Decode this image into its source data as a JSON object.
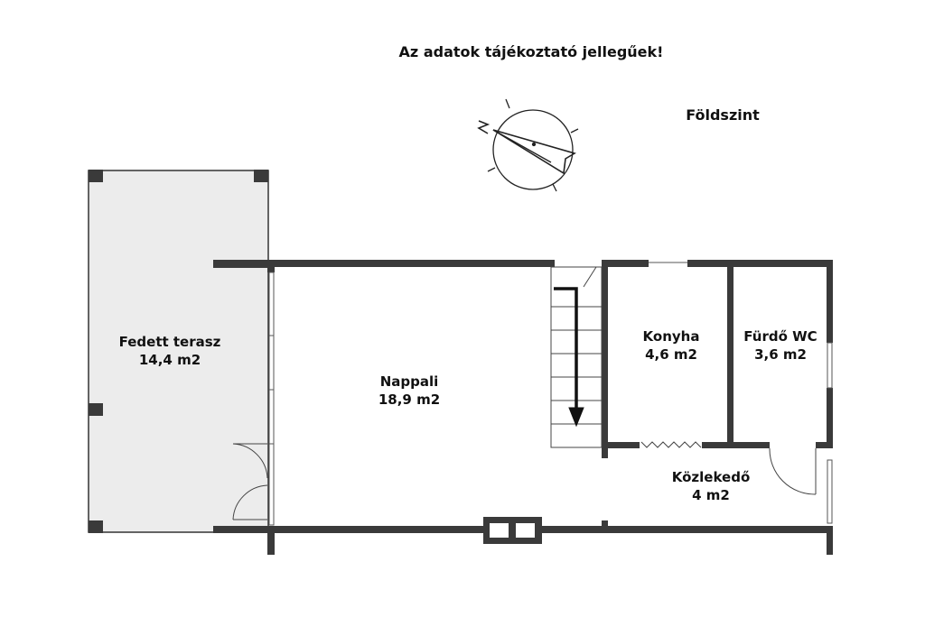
{
  "header": {
    "notice": "Az adatok tájékoztató jellegűek!",
    "floor": "Földszint"
  },
  "rooms": [
    {
      "name": "Fedett terasz",
      "area": "14,4 m2"
    },
    {
      "name": "Nappali",
      "area": "18,9 m2"
    },
    {
      "name": "Konyha",
      "area": "4,6 m2"
    },
    {
      "name": "Fürdő WC",
      "area": "3,6 m2"
    },
    {
      "name": "Közlekedő",
      "area": "4 m2"
    }
  ],
  "colors": {
    "wall": "#3a3a3a",
    "terrace_fill": "#ececec",
    "text": "#111111"
  },
  "icons": {
    "compass": "north-arrow-compass-icon",
    "stairs": "staircase-icon"
  }
}
